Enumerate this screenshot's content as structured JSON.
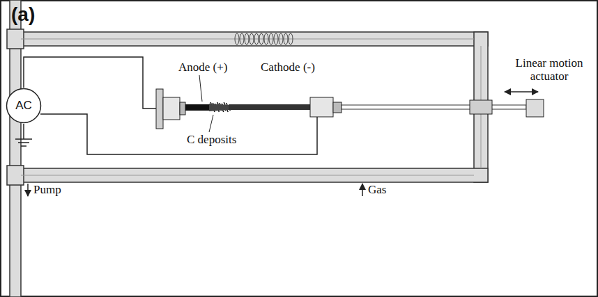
{
  "diagram": {
    "nodes": [
      {
        "text": [
          "AC"
        ]
      }
    ],
    "labels": [
      "(a)",
      "Anode (+)",
      "Cathode (-)",
      "Linear motion actuator",
      "C deposits",
      "Pump",
      "Gas"
    ]
  }
}
